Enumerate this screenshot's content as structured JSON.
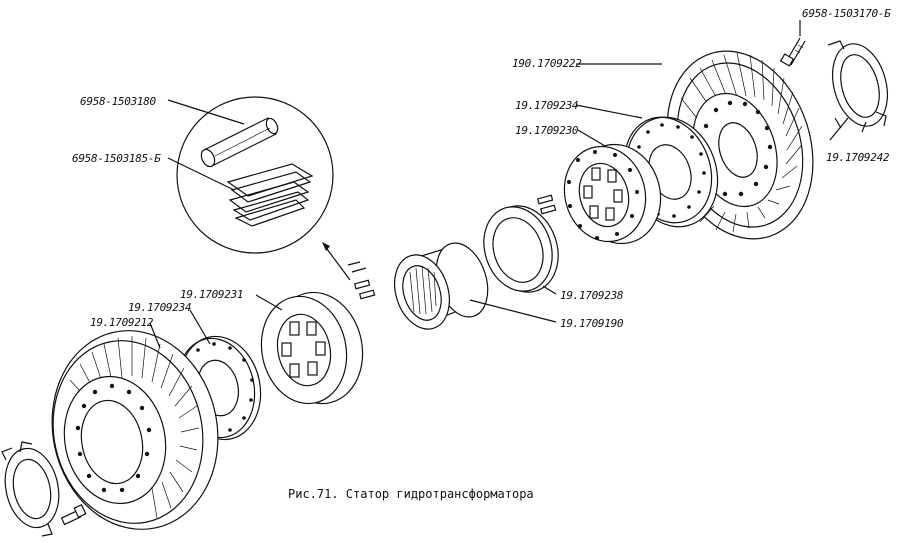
{
  "figure": {
    "caption": "Рис.71. Статор гидротрансформатора",
    "labels": {
      "p_6958_1503170_b": "6958-1503170-Б",
      "p_190_1709222": "190.1709222",
      "p_19_1709234_top": "19.1709234",
      "p_19_1709230": "19.1709230",
      "p_19_1709242": "19.1709242",
      "p_6958_1503180": "6958-1503180",
      "p_6958_1503185_b": "6958-1503185-Б",
      "p_19_1709238": "19.1709238",
      "p_19_1709190": "19.1709190",
      "p_19_1709231": "19.1709231",
      "p_19_1709234_left": "19.1709234",
      "p_19_1709212": "19.1709212"
    }
  },
  "colors": {
    "ink": "#111111",
    "paper": "#ffffff"
  }
}
